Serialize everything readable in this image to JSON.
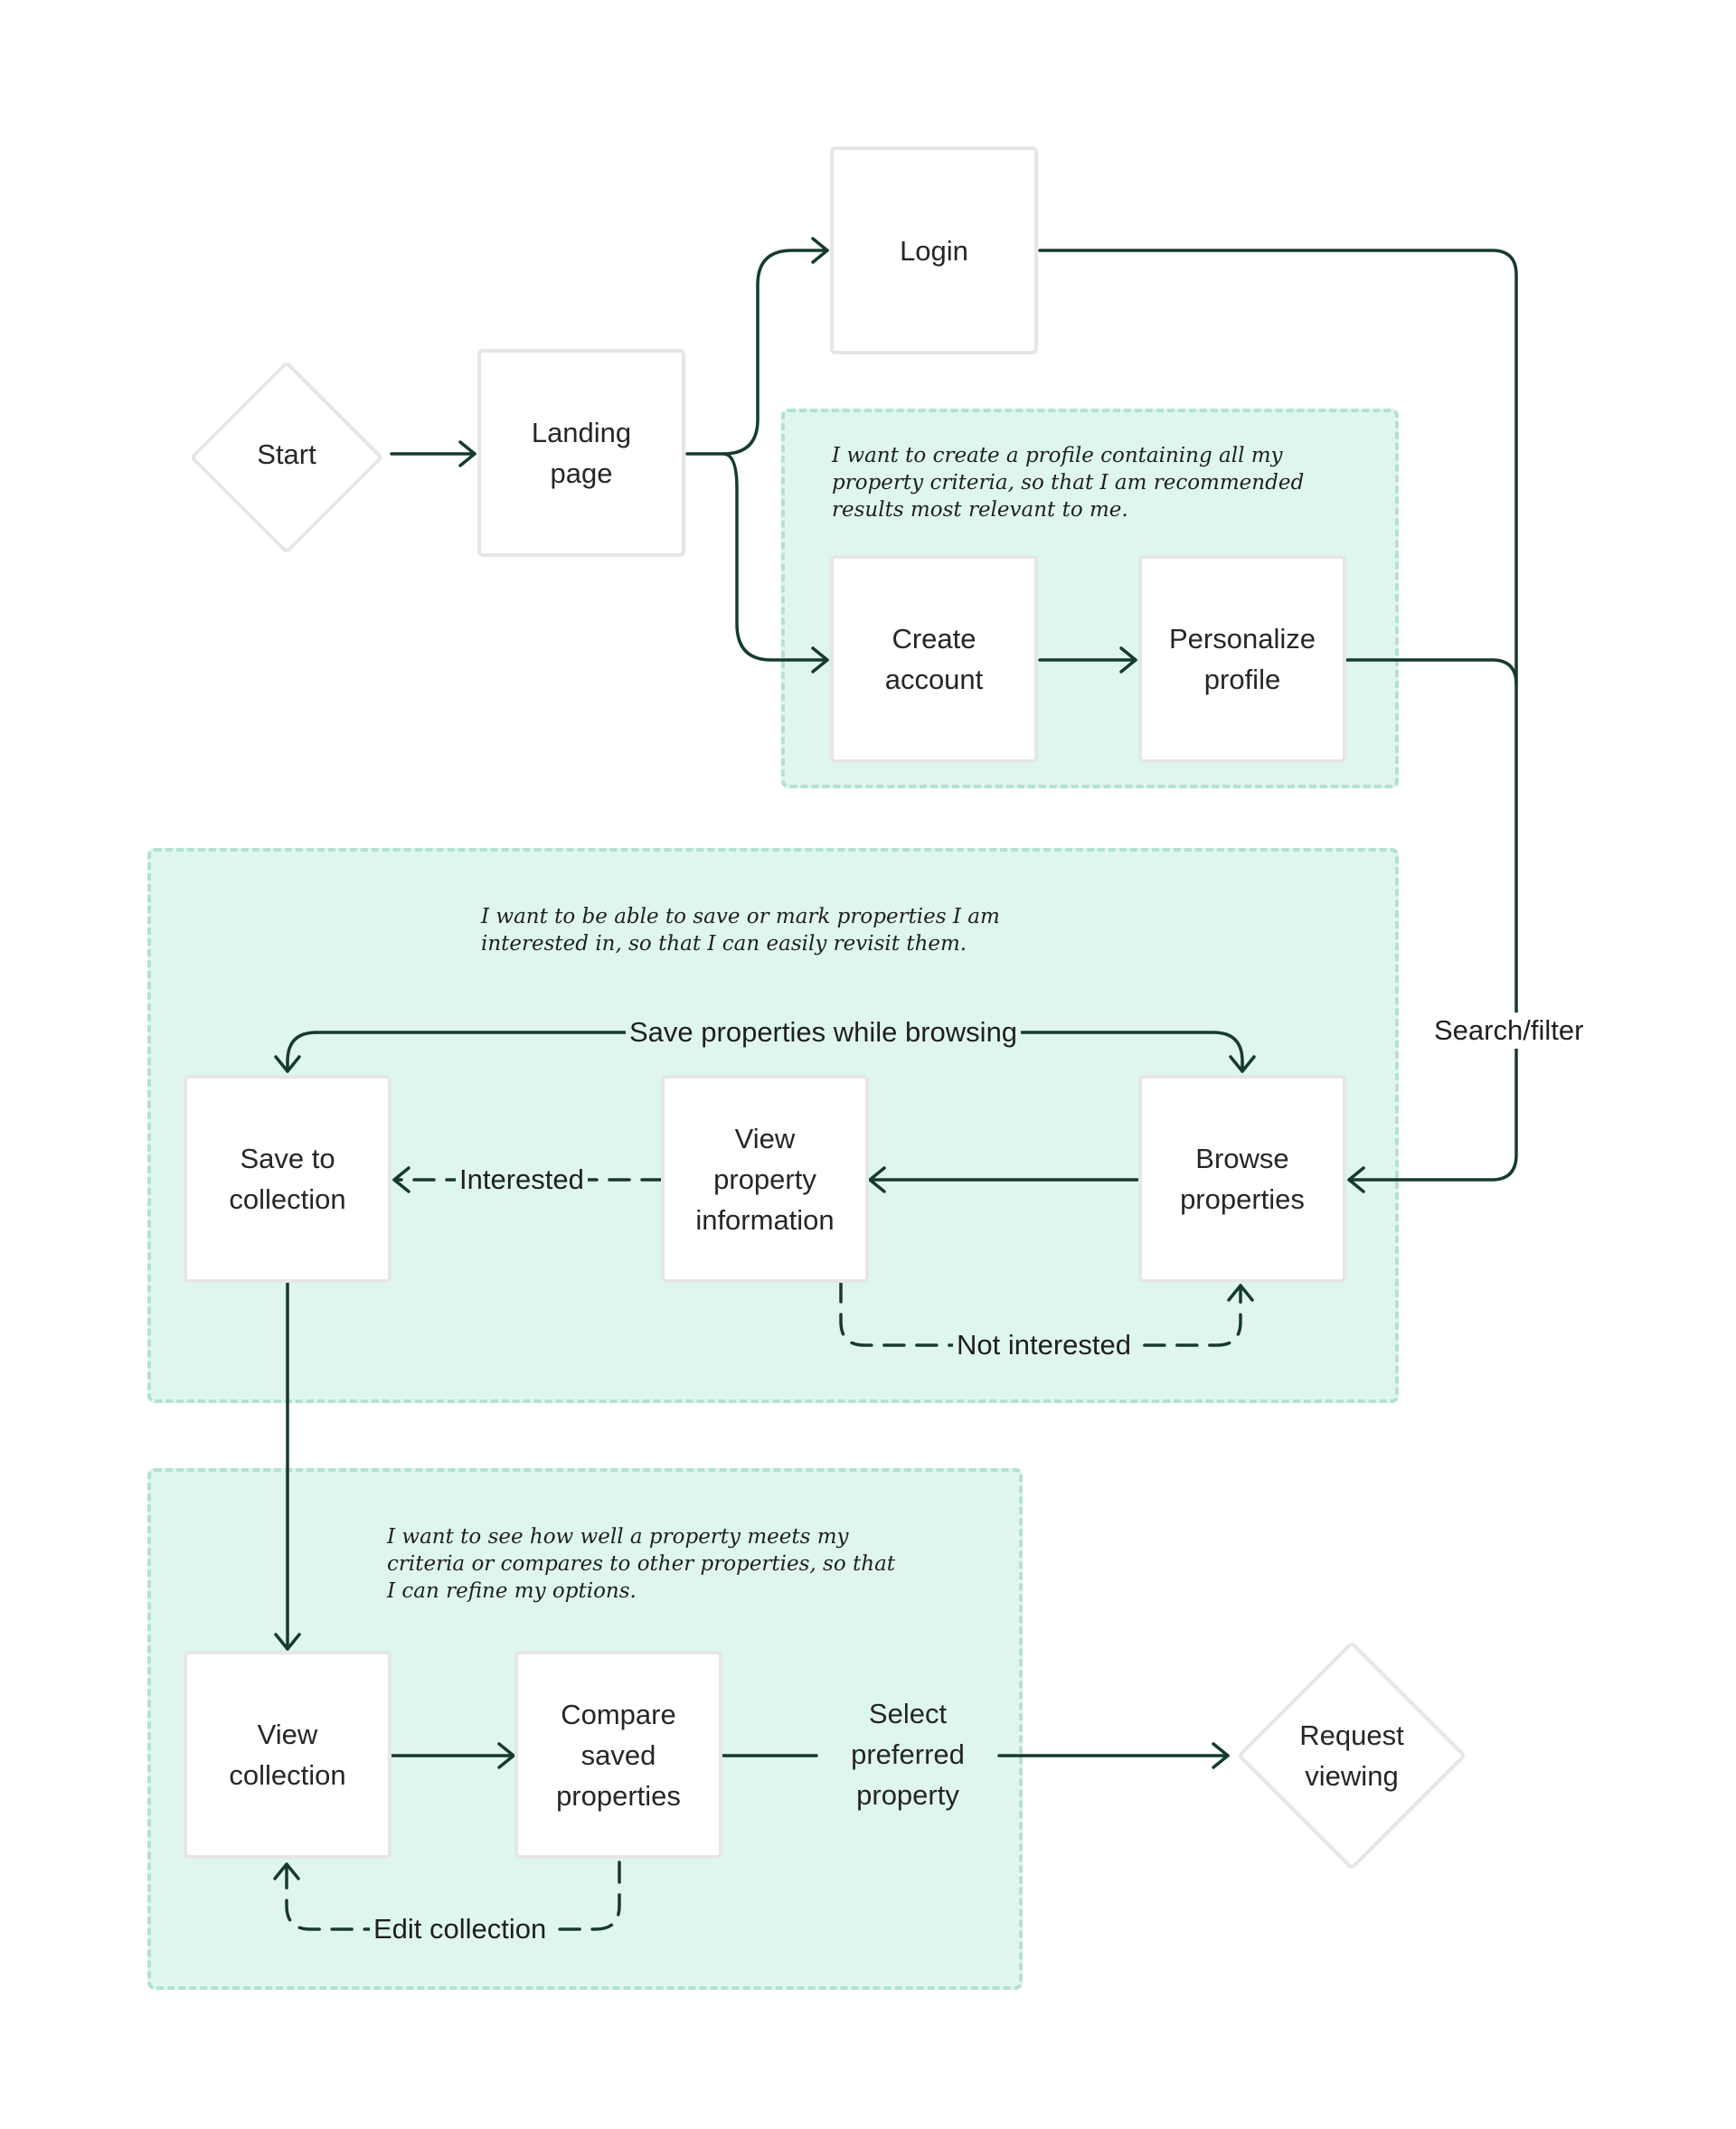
{
  "nodes": {
    "start": "Start",
    "landing": "Landing\npage",
    "login": "Login",
    "create_account": "Create\naccount",
    "personalize": "Personalize\nprofile",
    "browse": "Browse\nproperties",
    "view_info": "View\nproperty\ninformation",
    "save_collection": "Save to\ncollection",
    "view_collection": "View\ncollection",
    "compare": "Compare\nsaved\nproperties",
    "select": "Select\npreferred\nproperty",
    "request": "Request\nviewing"
  },
  "notes": {
    "profile": "I want to create a profile containing all my\nproperty criteria, so that I am recommended\nresults most relevant to me.",
    "save": "I want to be able to save or mark properties I am\ninterested in, so that I can easily revisit them.",
    "compare": "I want to see how well a property meets my\ncriteria or compares to other properties, so that\nI can refine my options."
  },
  "edge_labels": {
    "search_filter": "Search/filter",
    "save_while_browsing": "Save properties while browsing",
    "interested": "Interested",
    "not_interested": "Not interested",
    "edit_collection": "Edit collection"
  },
  "colors": {
    "region_fill": "#dff6ee",
    "region_border": "#b3e2cd",
    "node_border": "#e6e6e6",
    "connector": "#163b2e"
  }
}
